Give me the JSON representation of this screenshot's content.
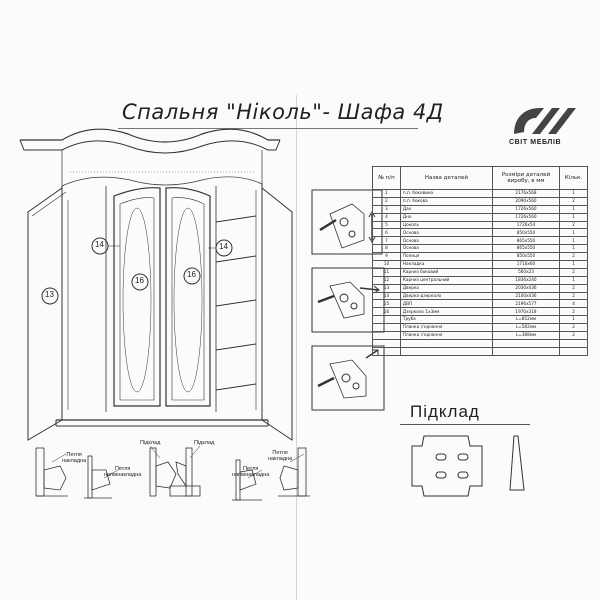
{
  "title": "Спальня \"Ніколь\"- Шафа 4Д",
  "logo": {
    "text": "СВІТ МЕБЛІВ"
  },
  "wardrobe": {
    "callouts": [
      "13",
      "14",
      "16",
      "16",
      "14"
    ]
  },
  "table": {
    "headers": [
      "№ п/п",
      "Назва деталей",
      "Розміри деталей виробу, в мм",
      "Кільк."
    ],
    "rows": [
      [
        "1",
        "п.п. боковина",
        "2176x568",
        "1"
      ],
      [
        "2",
        "п.п. бокова",
        "2090x560",
        "2"
      ],
      [
        "3",
        "Дах",
        "1726x560",
        "1"
      ],
      [
        "4",
        "Дно",
        "1726x560",
        "1"
      ],
      [
        "5",
        "Цоколь",
        "1726x54",
        "2"
      ],
      [
        "6",
        "Основа",
        "850x550",
        "1"
      ],
      [
        "7",
        "Основа",
        "865x550",
        "1"
      ],
      [
        "8",
        "Основа",
        "865x550",
        "1"
      ],
      [
        "9",
        "Полиця",
        "850x550",
        "2"
      ],
      [
        "10",
        "Накладка",
        "1716x60",
        "1"
      ],
      [
        "11",
        "Карниз боковий",
        "560x23",
        "2"
      ],
      [
        "12",
        "Карниз центральний",
        "1836x240",
        "1"
      ],
      [
        "13",
        "Дверка",
        "2030x436",
        "2"
      ],
      [
        "14",
        "Дверка-дзеркало",
        "2100x436",
        "2"
      ],
      [
        "15",
        "ДВП",
        "2196x577",
        "4"
      ],
      [
        "16",
        "Дзеркало 1x3мм",
        "1970x318",
        "2"
      ],
      [
        "",
        "Труба",
        "L=852мм",
        "1"
      ],
      [
        "",
        "Планка з'єднання",
        "L=582мм",
        "2"
      ],
      [
        "",
        "Планка з'єднання",
        "L=388мм",
        "2"
      ],
      [
        "",
        "",
        "",
        ""
      ],
      [
        "",
        "",
        "",
        ""
      ]
    ]
  },
  "pidklad": {
    "title": "Підклад"
  },
  "hinges": [
    {
      "line1": "Петля",
      "line2": "накладна"
    },
    {
      "line1": "Петля",
      "line2": "напівнакладна"
    },
    {
      "line1": "Підклад",
      "line2": ""
    },
    {
      "line1": "Підклад",
      "line2": ""
    },
    {
      "line1": "Петля",
      "line2": "напівнакладна"
    },
    {
      "line1": "Петля",
      "line2": "накладна"
    }
  ]
}
